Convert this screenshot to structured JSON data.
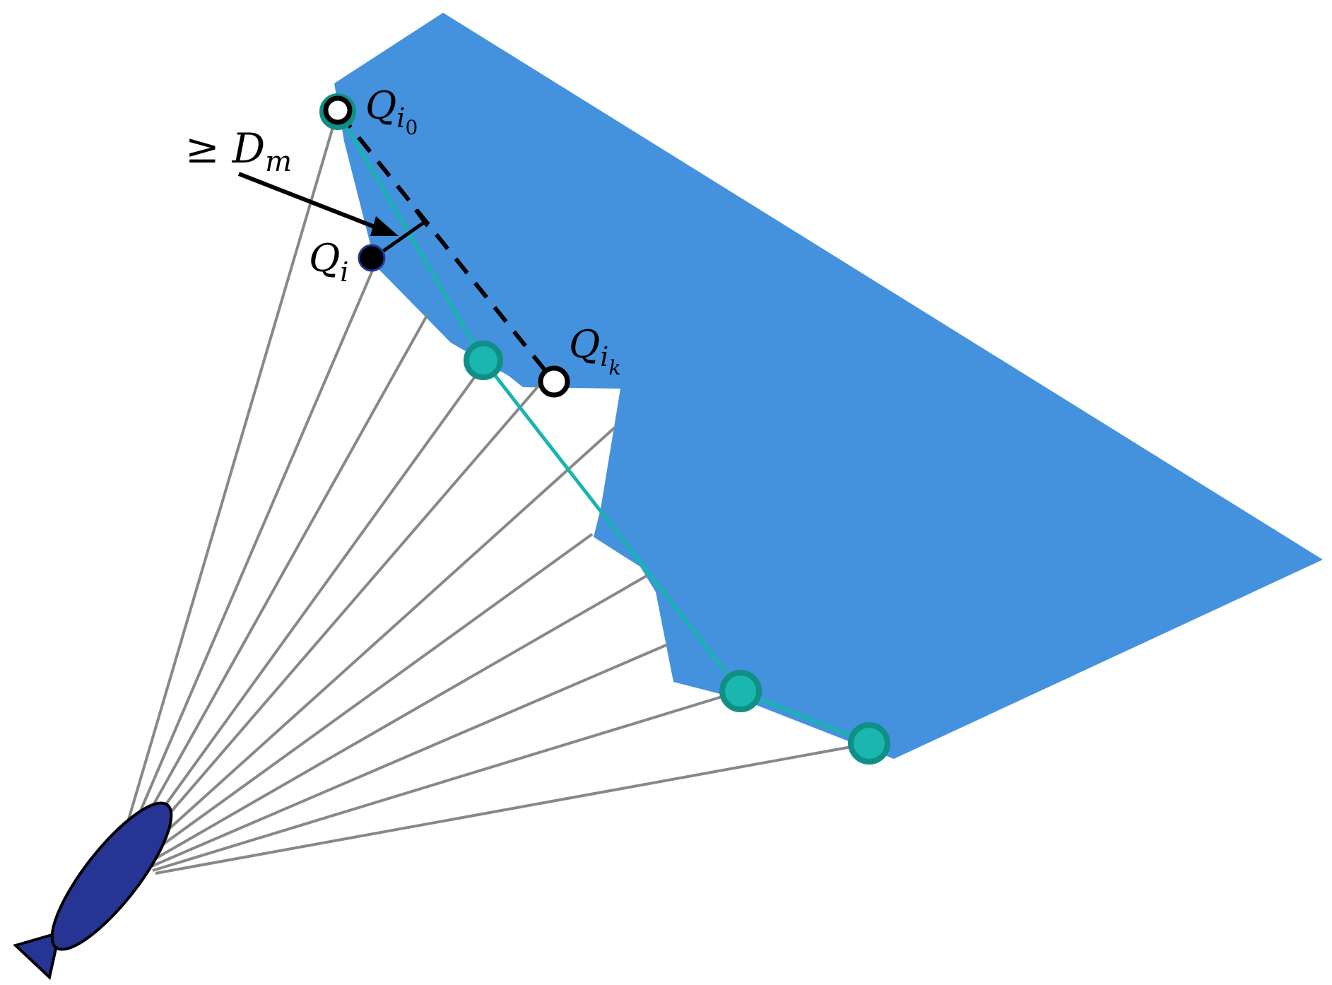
{
  "labels": {
    "q_i0_base": "Q",
    "q_i0_sub": "i",
    "q_i0_subsub": "0",
    "q_i_base": "Q",
    "q_i_sub": "i",
    "q_ik_base": "Q",
    "q_ik_sub": "i",
    "q_ik_subsub": "k",
    "dm_geq": "≥",
    "dm_base": "D",
    "dm_sub": "m"
  },
  "colors": {
    "obstacle": "#4492DE",
    "rays": "#888888",
    "path": "#17B5AE",
    "node_fill": "#1AB6AF",
    "node_stroke": "#0F8F86",
    "vehicle": "#263594",
    "vehicle_stroke": "#000000",
    "dashed": "#000000",
    "open_point_fill": "#ffffff",
    "query_point": "#000000"
  }
}
